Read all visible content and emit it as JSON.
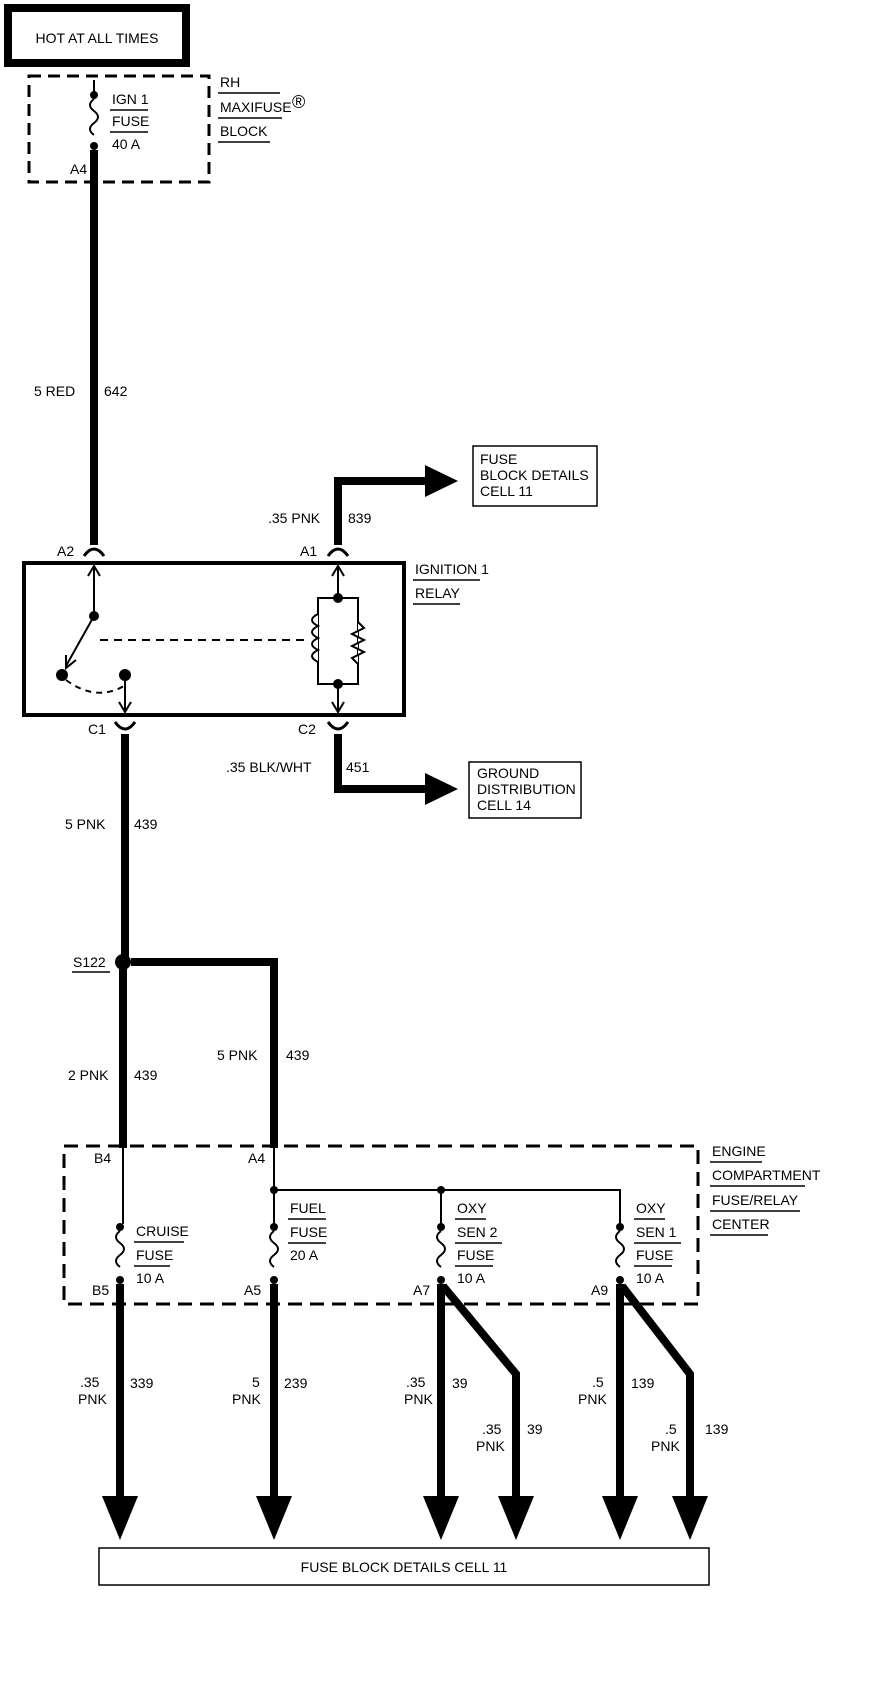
{
  "top_source": {
    "label": "HOT AT ALL TIMES"
  },
  "maxifuse_block": {
    "name_lines": [
      "RH",
      "MAXIFUSE",
      "BLOCK"
    ],
    "registered_mark": "®",
    "fuse_lines": [
      "IGN 1",
      "FUSE",
      "40 A"
    ],
    "terminal": "A4"
  },
  "wires": {
    "w642": {
      "size_color": "5 RED",
      "circuit": "642"
    },
    "w839": {
      "size_color": ".35 PNK",
      "circuit": "839"
    },
    "w451": {
      "size_color": ".35 BLK/WHT",
      "circuit": "451"
    },
    "w439_main": {
      "size_color": "5 PNK",
      "circuit": "439"
    },
    "w439_b4": {
      "size_color": "2 PNK",
      "circuit": "439"
    },
    "w439_a4": {
      "size_color": "5 PNK",
      "circuit": "439"
    },
    "out_339": {
      "size_lines": [
        ".35",
        "PNK"
      ],
      "circuit": "339"
    },
    "out_239": {
      "size_lines": [
        "5",
        "PNK"
      ],
      "circuit": "239"
    },
    "out_39a": {
      "size_lines": [
        ".35",
        "PNK"
      ],
      "circuit": "39"
    },
    "out_39b": {
      "size_lines": [
        ".35",
        "PNK"
      ],
      "circuit": "39"
    },
    "out_139a": {
      "size_lines": [
        ".5",
        "PNK"
      ],
      "circuit": "139"
    },
    "out_139b": {
      "size_lines": [
        ".5",
        "PNK"
      ],
      "circuit": "139"
    }
  },
  "relay": {
    "name_lines": [
      "IGNITION 1",
      "RELAY"
    ],
    "terminals": {
      "a2": "A2",
      "a1": "A1",
      "c1": "C1",
      "c2": "C2"
    }
  },
  "refs": {
    "fuse_block_top": [
      "FUSE",
      "BLOCK DETAILS",
      "CELL 11"
    ],
    "ground": [
      "GROUND",
      "DISTRIBUTION",
      "CELL 14"
    ],
    "bottom": "FUSE BLOCK DETAILS CELL 11"
  },
  "splice": {
    "label": "S122"
  },
  "fuse_center": {
    "name_lines": [
      "ENGINE",
      "COMPARTMENT",
      "FUSE/RELAY",
      "CENTER"
    ],
    "in_terminals": {
      "b4": "B4",
      "a4": "A4"
    },
    "fuses": [
      {
        "lines": [
          "CRUISE",
          "FUSE",
          "10 A"
        ],
        "out_terminal": "B5"
      },
      {
        "lines": [
          "FUEL",
          "FUSE",
          "20 A"
        ],
        "out_terminal": "A5"
      },
      {
        "lines": [
          "OXY",
          "SEN 2",
          "FUSE",
          "10 A"
        ],
        "out_terminal": "A7"
      },
      {
        "lines": [
          "OXY",
          "SEN 1",
          "FUSE",
          "10 A"
        ],
        "out_terminal": "A9"
      }
    ]
  }
}
